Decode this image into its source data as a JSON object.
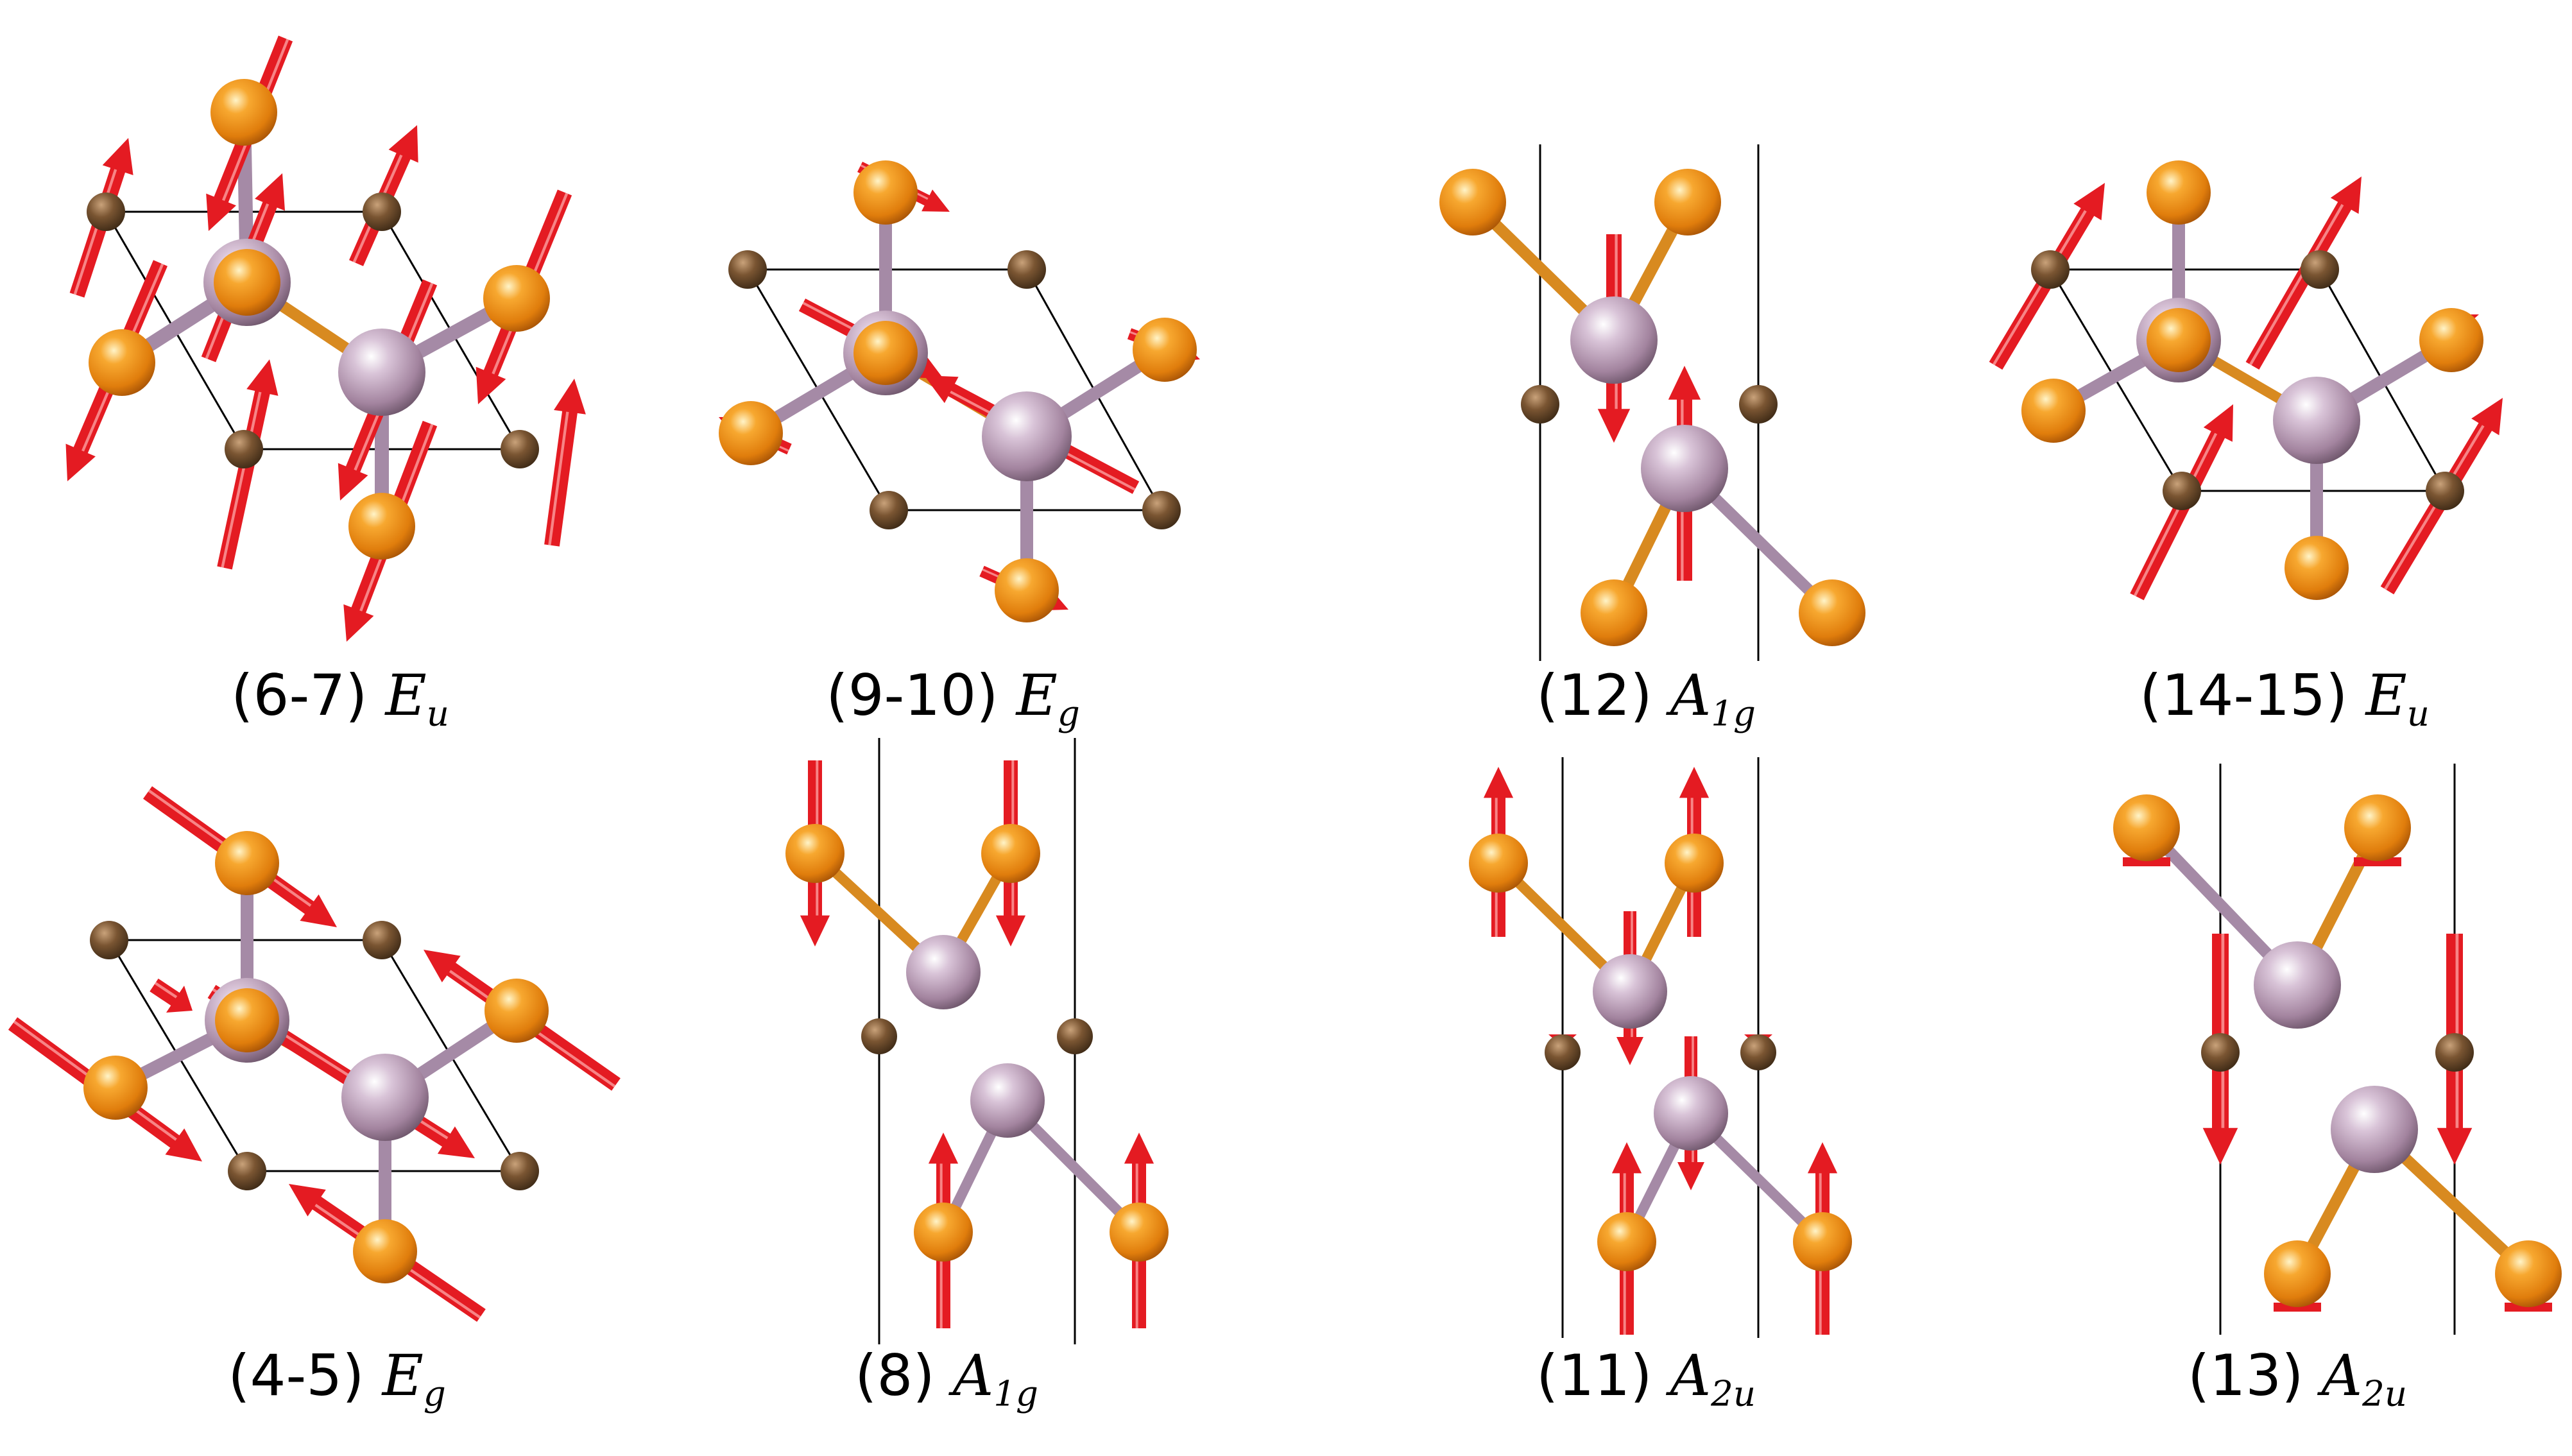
{
  "colors": {
    "arrow": "#e41b22",
    "ligand_atom": "#e68a10",
    "metal_atom": "#a98aa6",
    "small_atom": "#6b4a2e",
    "bond_ligand": "#d88a20",
    "bond_metal": "#a58aa6",
    "cell_line": "#000000",
    "background": "#ffffff"
  },
  "panels": [
    {
      "id": "eu-6-7",
      "label": "(6-7) ",
      "symbol": "E",
      "sub": "u"
    },
    {
      "id": "eg-9-10",
      "label": "(9-10) ",
      "symbol": "E",
      "sub": "g"
    },
    {
      "id": "a1g-12",
      "label": "(12) ",
      "symbol": "A",
      "sub": "1g"
    },
    {
      "id": "eu-14-15",
      "label": "(14-15) ",
      "symbol": "E",
      "sub": "u"
    },
    {
      "id": "eg-4-5",
      "label": "(4-5) ",
      "symbol": "E",
      "sub": "g"
    },
    {
      "id": "a1g-8",
      "label": "(8) ",
      "symbol": "A",
      "sub": "1g"
    },
    {
      "id": "a2u-11",
      "label": "(11) ",
      "symbol": "A",
      "sub": "2u"
    },
    {
      "id": "a2u-13",
      "label": "(13) ",
      "symbol": "A",
      "sub": "2u"
    }
  ]
}
